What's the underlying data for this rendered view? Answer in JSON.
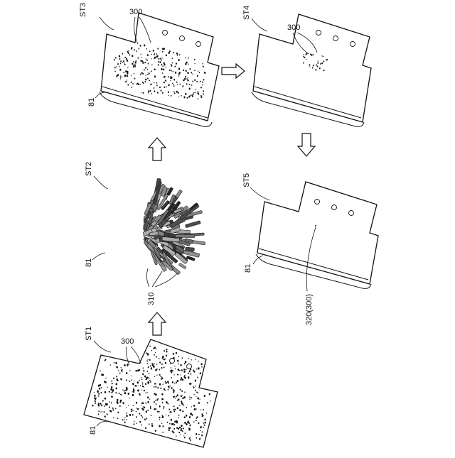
{
  "figure": {
    "steps": {
      "st1": {
        "label": "ST1",
        "callouts": [
          "300",
          "81"
        ]
      },
      "st2": {
        "label": "ST2",
        "callouts": [
          "81",
          "310"
        ]
      },
      "st3": {
        "label": "ST3",
        "callouts": [
          "300",
          "81"
        ]
      },
      "st4": {
        "label": "ST4",
        "callouts": [
          "300"
        ]
      },
      "st5": {
        "label": "ST5",
        "callouts": [
          "81",
          "320(300)"
        ]
      }
    }
  }
}
